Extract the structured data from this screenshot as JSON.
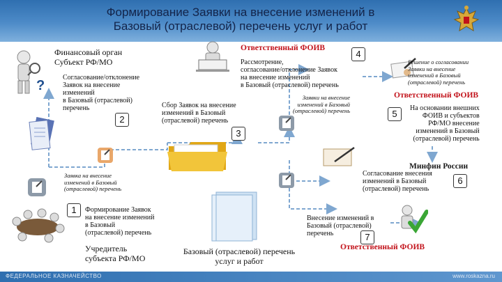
{
  "header": {
    "title_line1": "Формирование Заявки на внесение изменений в",
    "title_line2": "Базовый (отраслевой) перечень услуг и работ"
  },
  "left_block": {
    "org_line1": "Финансовый орган",
    "org_line2": "Субъект РФ/МО",
    "text": [
      "Согласование/отклонение",
      "Заявок на внесение",
      "изменений",
      "в Базовый (отраслевой)",
      "перечень"
    ],
    "step": "2"
  },
  "center_block": {
    "collect": [
      "Сбор Заявок на внесение",
      "изменений в Базовый",
      "(отраслевой) перечень"
    ],
    "step": "3"
  },
  "top_center": {
    "role": "Ответственный ФОИВ",
    "step": "4",
    "text": [
      "Рассмотрение,",
      "согласование/отклонение Заявок",
      "на внесение изменений",
      "в Базовый (отраслевой) перечень"
    ]
  },
  "mid_request": [
    "Заявки на внесение",
    "изменений в Базовый",
    "(отраслевой) перечень"
  ],
  "right_top": {
    "decision": [
      "Решение о согласовании",
      "Заявки на внесение",
      "изменений в Базовый",
      "(отраслевой) перечень"
    ],
    "role": "Ответственный ФОИВ",
    "step": "5",
    "text": [
      "На основании внешних",
      "ФОИВ и субъектов",
      "РФ/МО внесение",
      "изменений в Базовый",
      "(отраслевой) перечень"
    ]
  },
  "right_mid": {
    "role": "Минфин России",
    "text": [
      "Согласование внесения",
      "изменений в Базовый",
      "(отраслевой) перечень"
    ],
    "step": "6"
  },
  "left_request": [
    "Заявка на внесение",
    "изменений в Базовый",
    "(отраслевой) перечень"
  ],
  "bottom_left": {
    "step": "1",
    "text": [
      "Формирование Заявок",
      "на внесение изменений",
      "в Базовый",
      "(отраслевой) перечень"
    ],
    "role_line1": "Учредитель",
    "role_line2": "субъекта РФ/МО"
  },
  "bottom_center": {
    "line1": "Базовый (отраслевой) перечень",
    "line2": "услуг и работ"
  },
  "bottom_right": {
    "text": [
      "Внесение изменений в",
      "Базовый (отраслевой)",
      "перечень"
    ],
    "step": "7",
    "role": "Ответственный ФОИВ"
  },
  "footer": {
    "left": "ФЕДЕРАЛЬНОЕ КАЗНАЧЕЙСТВО",
    "right": "www.roskazna.ru"
  },
  "colors": {
    "header_top": "#2f6fb0",
    "role_red": "#c2121a",
    "arrow": "#7fa7d0"
  }
}
